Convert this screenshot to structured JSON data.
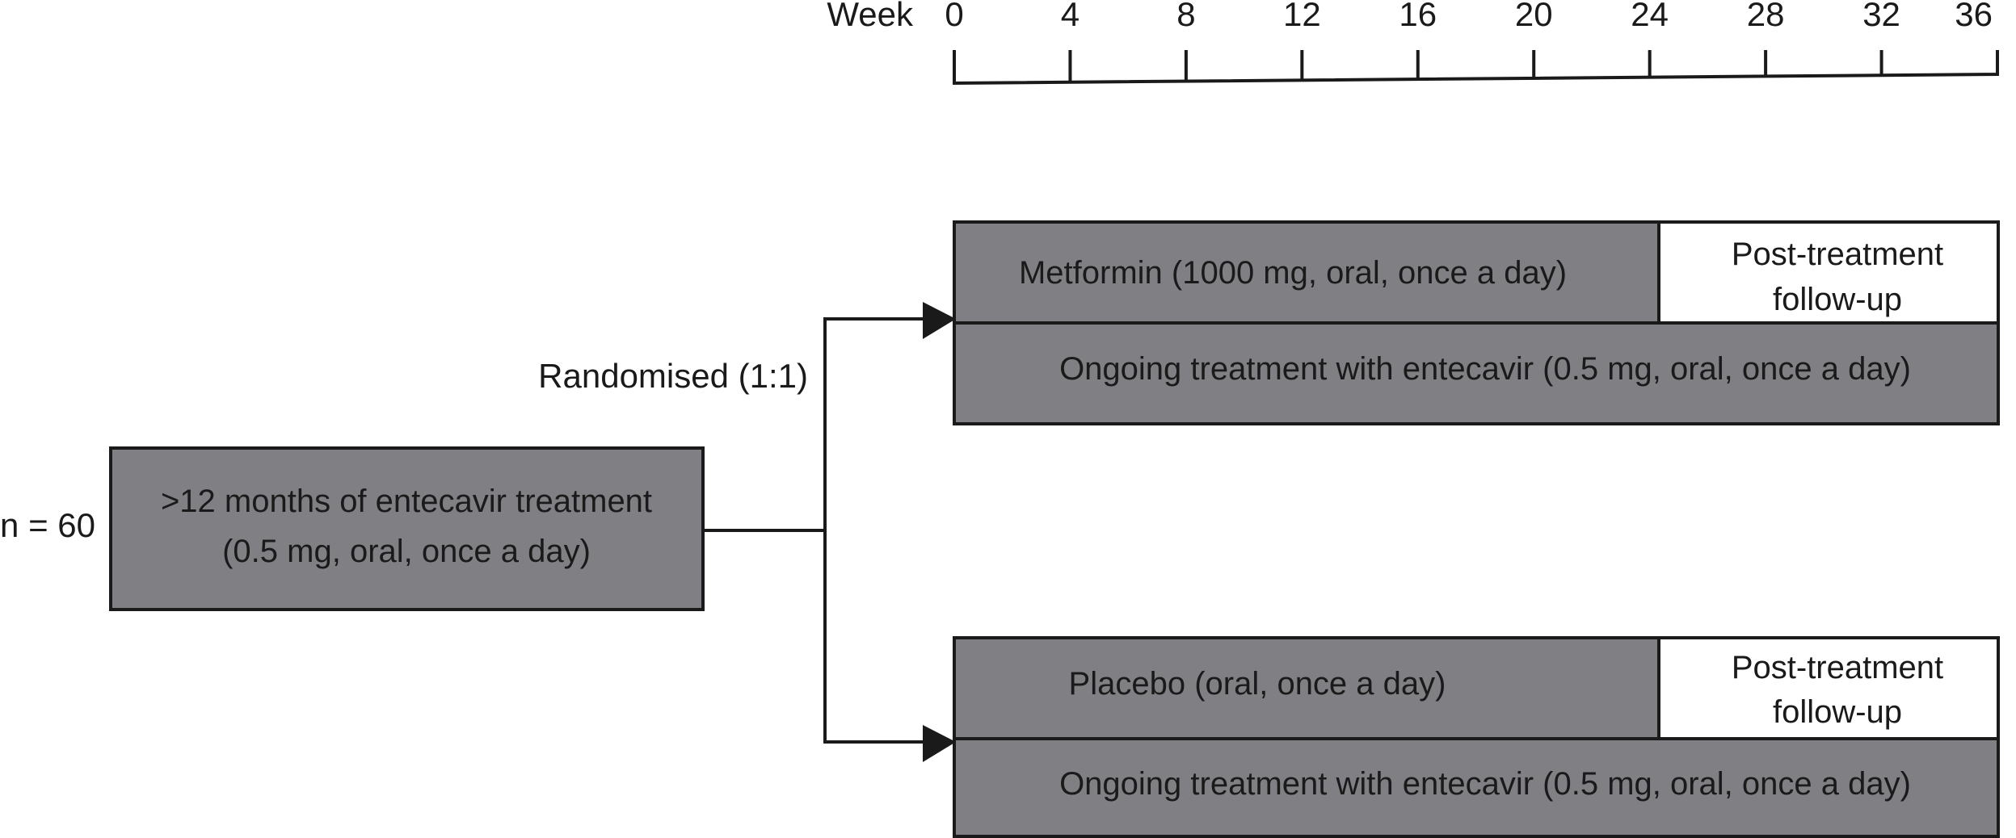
{
  "timeline": {
    "label": "Week",
    "ticks": [
      "0",
      "4",
      "8",
      "12",
      "16",
      "20",
      "24",
      "28",
      "32",
      "36"
    ]
  },
  "enrollment": {
    "count_label": "n = 60",
    "box_line1": ">12 months of entecavir treatment",
    "box_line2": "(0.5 mg, oral, once a day)"
  },
  "randomisation": {
    "label": "Randomised (1:1)"
  },
  "arms": [
    {
      "treatment": "Metformin (1000 mg, oral, once a day)",
      "followup_line1": "Post-treatment",
      "followup_line2": "follow-up",
      "background": "Ongoing treatment with entecavir (0.5 mg, oral, once a day)"
    },
    {
      "treatment": "Placebo (oral, once a day)",
      "followup_line1": "Post-treatment",
      "followup_line2": "follow-up",
      "background": "Ongoing treatment with entecavir (0.5 mg, oral, once a day)"
    }
  ],
  "colors": {
    "box_fill": "#808084",
    "stroke": "#1a1a1a",
    "followup_fill": "#ffffff"
  }
}
